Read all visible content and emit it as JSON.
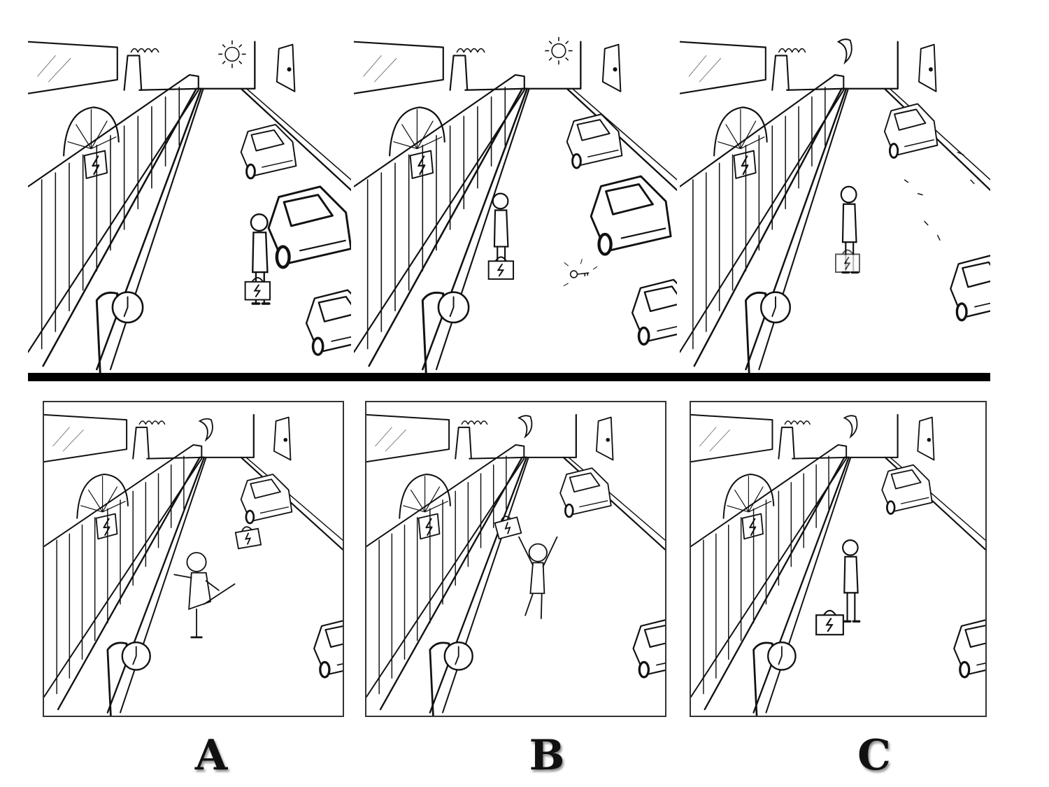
{
  "story_panels": [
    {
      "id": "panel-1",
      "sky": "sun-icon",
      "scene": "man-unlocking-car"
    },
    {
      "id": "panel-2",
      "sky": "sun-icon",
      "scene": "man-walking-key-dropped"
    },
    {
      "id": "panel-3",
      "sky": "moon-icon",
      "scene": "man-standing-car-leaving"
    }
  ],
  "answer_options": [
    {
      "label": "A",
      "scene": "man-kicking-bag"
    },
    {
      "label": "B",
      "scene": "man-jumping-bag-flying"
    },
    {
      "label": "C",
      "scene": "man-standing-bag-on-ground"
    }
  ],
  "colors": {
    "ink": "#111111",
    "background": "#ffffff",
    "label_shadow": "#8a8a8a"
  }
}
